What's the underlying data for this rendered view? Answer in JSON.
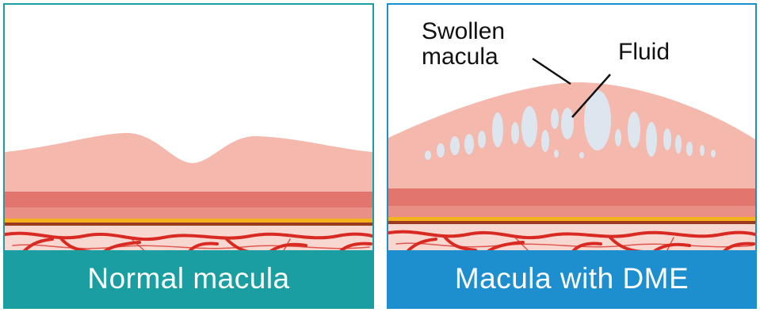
{
  "colors": {
    "normal_accent": "#1a9ea1",
    "dme_accent": "#1d8fcf",
    "retina_light": "#f4b8ad",
    "retina_mid": "#ea8f86",
    "retina_band": "#e2756e",
    "yellow_layer": "#f4b21f",
    "brown_layer": "#9b3a1f",
    "choroid_bg": "#f7d7cf",
    "vessel": "#d82a22",
    "fluid": "#dde6ee"
  },
  "panels": {
    "normal": {
      "caption": "Normal macula"
    },
    "dme": {
      "caption": "Macula with DME",
      "labels": {
        "swollen": "Swollen\nmacula",
        "fluid": "Fluid"
      }
    }
  }
}
